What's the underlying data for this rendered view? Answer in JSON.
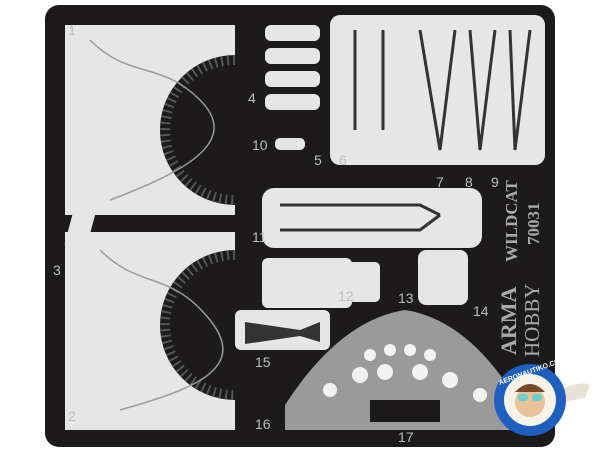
{
  "fret": {
    "part_numbers": [
      "1",
      "2",
      "3",
      "4",
      "5",
      "6",
      "7",
      "8",
      "9",
      "10",
      "11",
      "12",
      "13",
      "14",
      "15",
      "16",
      "17"
    ],
    "brand_line1": "ARMA",
    "brand_line2": "HOBBY",
    "model": "WILDCAT",
    "code": "70031"
  },
  "watermark": {
    "text": "AERONAUTIKO.COM",
    "colors": {
      "ring": "#1f5fbf",
      "face": "#e8c39a"
    }
  },
  "colors": {
    "fret": "#1c1a1a",
    "metal": "#e6e6e6",
    "label": "#bdbdbd"
  }
}
